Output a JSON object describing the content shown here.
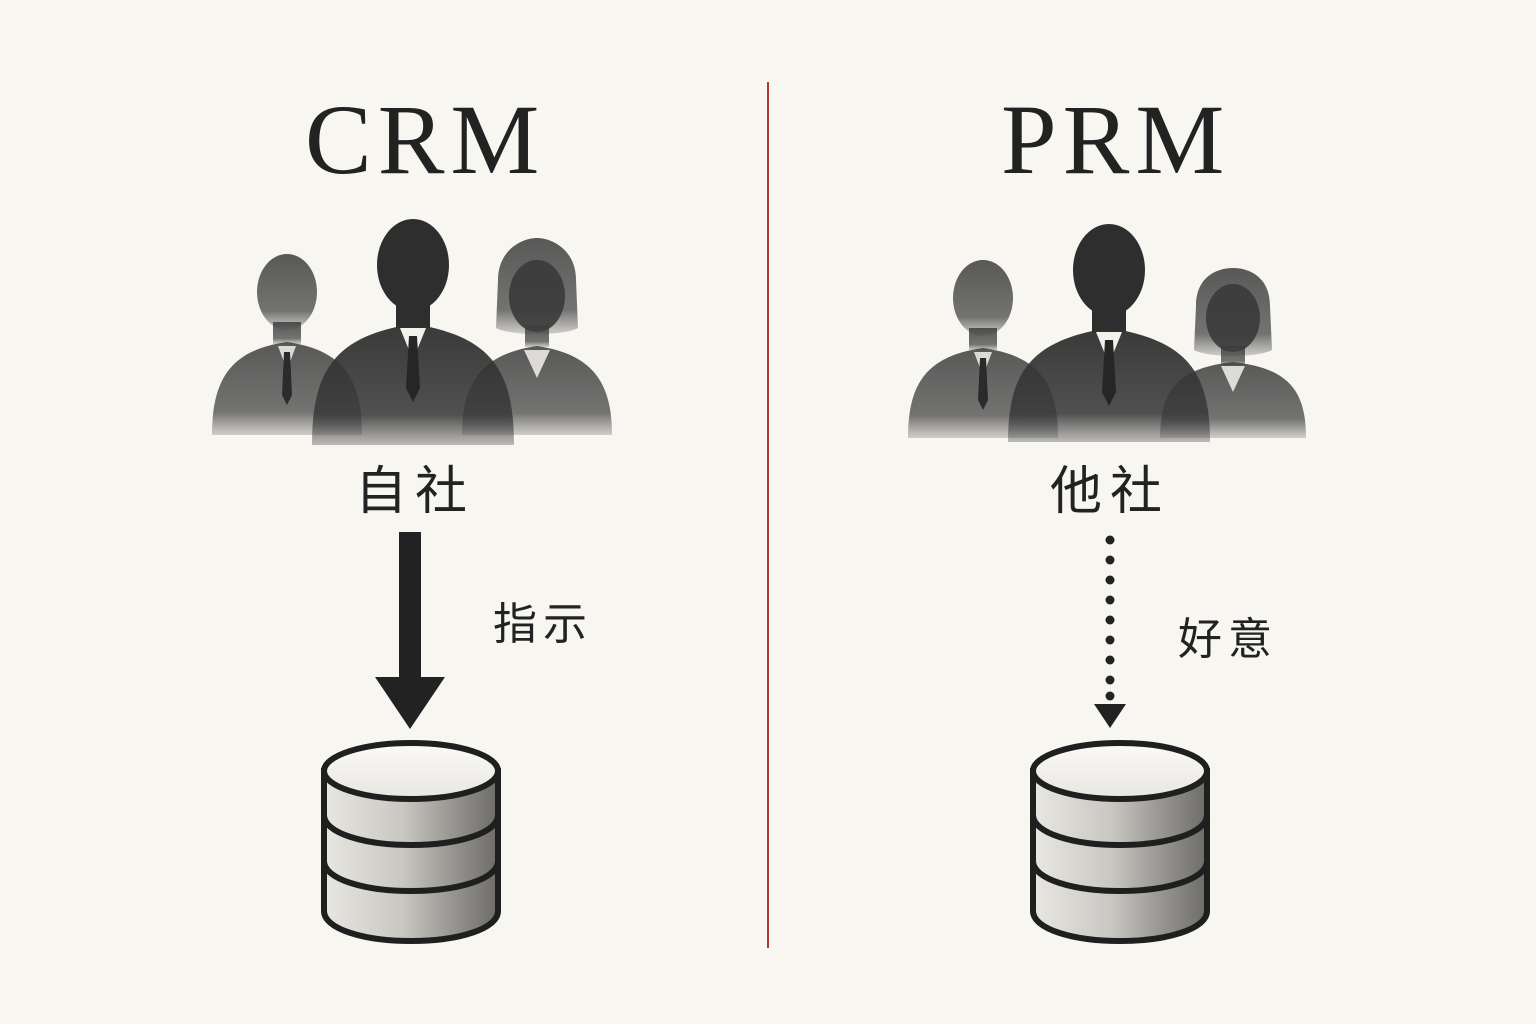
{
  "colors": {
    "background": "#f8f6f1",
    "ink": "#222222",
    "divider": "#b03a32"
  },
  "panels": [
    {
      "title": "CRM",
      "company": "自社",
      "flow_label": "指示",
      "flow_style": "solid",
      "icons": [
        "people-group-icon",
        "solid-arrow-down-icon",
        "database-icon"
      ]
    },
    {
      "title": "PRM",
      "company": "他社",
      "flow_label": "好意",
      "flow_style": "dotted",
      "icons": [
        "people-group-icon",
        "dotted-arrow-down-icon",
        "database-icon"
      ]
    }
  ]
}
